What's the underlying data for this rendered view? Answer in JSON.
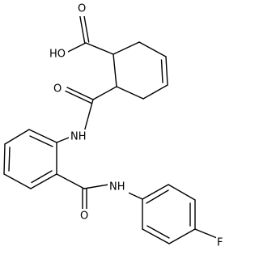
{
  "molecule": {
    "labels": {
      "hydroxyl": "HO",
      "acid_carbonyl_oxygen": "O",
      "amide1_oxygen": "O",
      "amide1_nitrogen": "NH",
      "amide2_oxygen": "O",
      "amide2_nitrogen": "NH",
      "fluorine": "F"
    }
  }
}
